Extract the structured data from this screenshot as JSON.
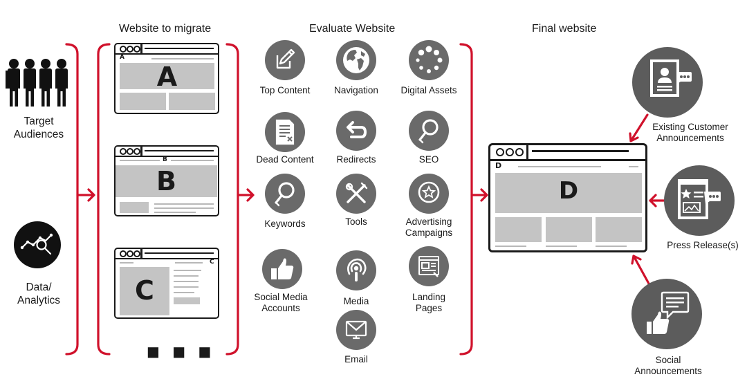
{
  "headings": {
    "migrate": "Website to migrate",
    "evaluate": "Evaluate Website",
    "final": "Final website"
  },
  "inputs": {
    "audiences": "Target\nAudiences",
    "analytics": "Data/\nAnalytics"
  },
  "sites": {
    "a_letter": "A",
    "b_letter": "B",
    "c_letter": "C",
    "d_letter": "D",
    "ellipsis": "■ ■ ■"
  },
  "evaluate_items": [
    {
      "label": "Top Content",
      "icon": "edit-icon"
    },
    {
      "label": "Navigation",
      "icon": "globe-icon"
    },
    {
      "label": "Digital Assets",
      "icon": "loading-dots-icon"
    },
    {
      "label": "Dead Content",
      "icon": "dead-document-icon"
    },
    {
      "label": "Redirects",
      "icon": "redirect-arrow-icon"
    },
    {
      "label": "SEO",
      "icon": "seo-magnifier-icon"
    },
    {
      "label": "Keywords",
      "icon": "keyword-magnifier-icon"
    },
    {
      "label": "Tools",
      "icon": "tools-icon"
    },
    {
      "label": "Advertising\nCampaigns",
      "icon": "star-badge-icon"
    },
    {
      "label": "Social Media\nAccounts",
      "icon": "thumbs-up-icon"
    },
    {
      "label": "Media",
      "icon": "podcast-icon"
    },
    {
      "label": "Landing\nPages",
      "icon": "landing-page-icon"
    },
    {
      "label": "Email",
      "icon": "email-icon"
    }
  ],
  "outputs": [
    {
      "label": "Existing Customer\nAnnouncements",
      "icon": "customer-profile-icon"
    },
    {
      "label": "Press Release(s)",
      "icon": "press-release-icon"
    },
    {
      "label": "Social\nAnnouncements",
      "icon": "social-announcement-icon"
    }
  ],
  "colors": {
    "accent_red": "#d0112b",
    "icon_gray": "#6a6a6a",
    "placeholder_gray": "#c4c4c4",
    "outline": "#1a1a1a"
  }
}
